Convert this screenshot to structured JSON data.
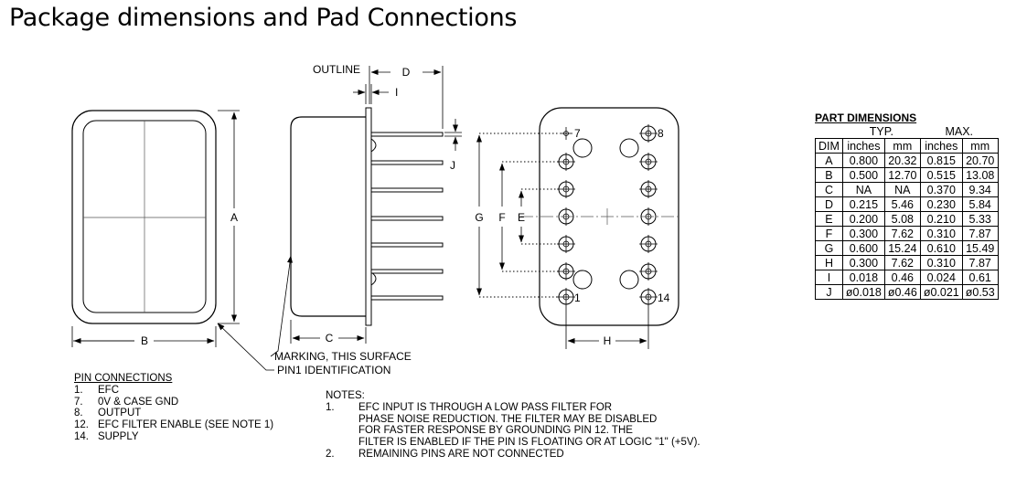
{
  "title": "Package dimensions and Pad Connections",
  "drawing": {
    "outline_label": "OUTLINE",
    "dim_letters": {
      "A": "A",
      "B": "B",
      "C": "C",
      "D": "D",
      "E": "E",
      "F": "F",
      "G": "G",
      "H": "H",
      "I": "I",
      "J": "J"
    },
    "marking_label": "MARKING, THIS SURFACE",
    "pin1_label": "PIN1 IDENTIFICATION",
    "pin_numbers": {
      "p7": "7",
      "p8": "8",
      "p1": "1",
      "p14": "14"
    }
  },
  "part_dimensions": {
    "title": "PART DIMENSIONS",
    "group_typ": "TYP.",
    "group_max": "MAX.",
    "columns": [
      "DIM",
      "inches",
      "mm",
      "inches",
      "mm"
    ],
    "rows": [
      [
        "A",
        "0.800",
        "20.32",
        "0.815",
        "20.70"
      ],
      [
        "B",
        "0.500",
        "12.70",
        "0.515",
        "13.08"
      ],
      [
        "C",
        "NA",
        "NA",
        "0.370",
        "9.34"
      ],
      [
        "D",
        "0.215",
        "5.46",
        "0.230",
        "5.84"
      ],
      [
        "E",
        "0.200",
        "5.08",
        "0.210",
        "5.33"
      ],
      [
        "F",
        "0.300",
        "7.62",
        "0.310",
        "7.87"
      ],
      [
        "G",
        "0.600",
        "15.24",
        "0.610",
        "15.49"
      ],
      [
        "H",
        "0.300",
        "7.62",
        "0.310",
        "7.87"
      ],
      [
        "I",
        "0.018",
        "0.46",
        "0.024",
        "0.61"
      ],
      [
        "J",
        "ø0.018",
        "ø0.46",
        "ø0.021",
        "ø0.53"
      ]
    ]
  },
  "pin_connections": {
    "title": "PIN CONNECTIONS",
    "items": [
      {
        "num": "1.",
        "text": "EFC"
      },
      {
        "num": "7.",
        "text": "0V & CASE GND"
      },
      {
        "num": "8.",
        "text": "OUTPUT"
      },
      {
        "num": "12.",
        "text": "EFC FILTER ENABLE (SEE NOTE 1)"
      },
      {
        "num": "14.",
        "text": "SUPPLY"
      }
    ]
  },
  "notes": {
    "title": "NOTES:",
    "items": [
      {
        "num": "1.",
        "lines": [
          "EFC INPUT IS THROUGH A LOW PASS FILTER FOR",
          "PHASE NOISE REDUCTION. THE FILTER MAY BE DISABLED",
          "FOR FASTER RESPONSE BY GROUNDING PIN 12.  THE",
          "FILTER IS ENABLED IF THE PIN IS FLOATING OR AT LOGIC \"1\" (+5V)."
        ]
      },
      {
        "num": "2.",
        "lines": [
          "REMAINING PINS ARE NOT CONNECTED"
        ]
      }
    ]
  }
}
